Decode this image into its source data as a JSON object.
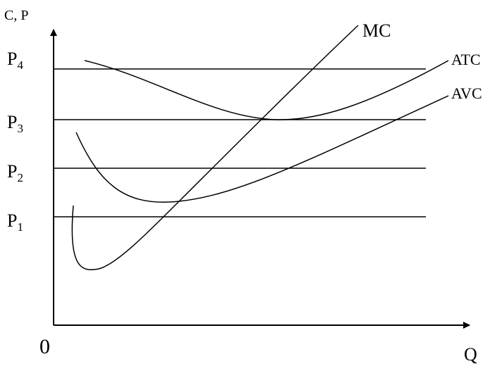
{
  "axes": {
    "y_label": "C, P",
    "x_label": "Q",
    "origin_label": "0"
  },
  "price_levels": [
    {
      "base": "P",
      "sub": "1"
    },
    {
      "base": "P",
      "sub": "2"
    },
    {
      "base": "P",
      "sub": "3"
    },
    {
      "base": "P",
      "sub": "4"
    }
  ],
  "curves": {
    "mc": "MC",
    "atc": "ATC",
    "avc": "AVC"
  }
}
